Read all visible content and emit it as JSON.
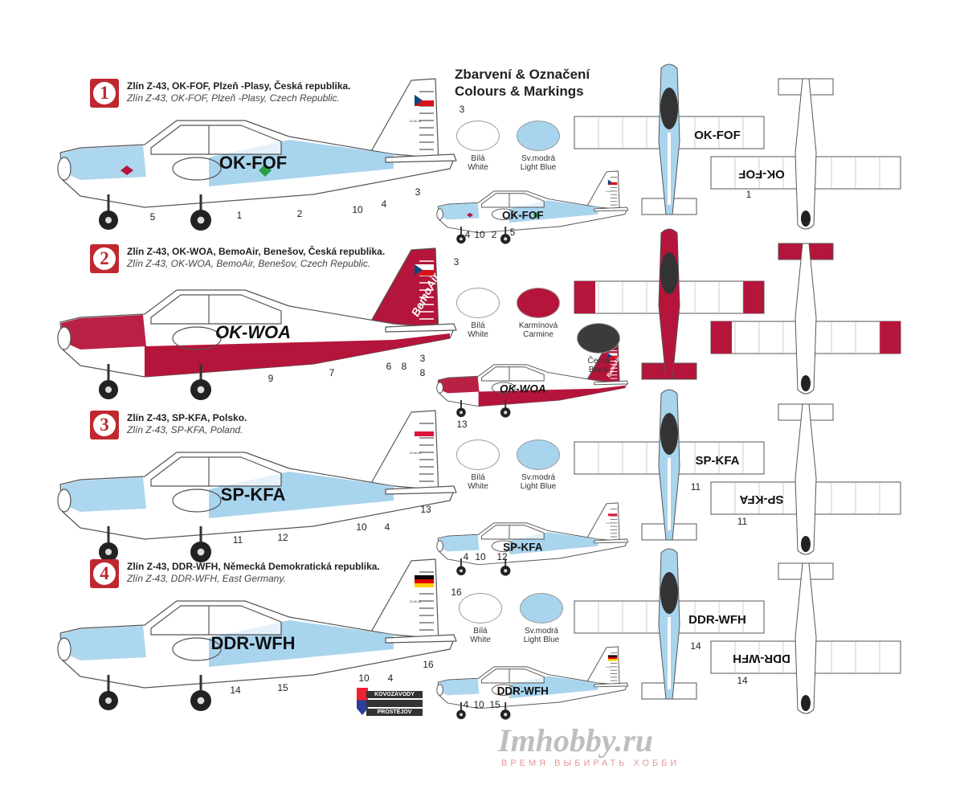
{
  "heading": {
    "cz": "Zbarvení & Označení",
    "en": "Colours & Markings"
  },
  "colors": {
    "white": "#ffffff",
    "light_blue": "#a9d4ee",
    "carmine": "#b5153a",
    "black": "#3b3b3b"
  },
  "schemes": [
    {
      "number": "1",
      "title_cz": "Zlín Z-43, OK-FOF, Plzeň -Plasy, Česká republika.",
      "title_en": "Zlín Z-43, OK-FOF, Plzeň -Plasy, Czech Republic.",
      "registration": "OK-FOF",
      "accent": "#a9d4ee",
      "fin_marking": "ZLIN 43",
      "swatches": [
        {
          "cz": "Bílá",
          "en": "White",
          "color": "#ffffff"
        },
        {
          "cz": "Sv.modrá",
          "en": "Light Blue",
          "color": "#a9d4ee"
        }
      ],
      "callouts_big": [
        "3",
        "5",
        "1",
        "2",
        "10",
        "4"
      ],
      "callouts_small": [
        "3",
        "4",
        "10",
        "2",
        "5"
      ],
      "callouts_top": [
        "1"
      ]
    },
    {
      "number": "2",
      "title_cz": "Zlín Z-43, OK-WOA, BemoAir, Benešov, Česká republika.",
      "title_en": "Zlín Z-43, OK-WOA, BemoAir, Benešov, Czech Republic.",
      "registration": "OK-WOA",
      "accent": "#b5153a",
      "fin_marking": "BemoAir",
      "swatches": [
        {
          "cz": "Bílá",
          "en": "White",
          "color": "#ffffff"
        },
        {
          "cz": "Karmínová",
          "en": "Carmine",
          "color": "#b5153a"
        },
        {
          "cz": "Černá",
          "en": "Black",
          "color": "#3b3b3b"
        }
      ],
      "callouts_big": [
        "3",
        "9",
        "7",
        "6",
        "8"
      ],
      "callouts_small": [
        "3",
        "8"
      ],
      "callouts_top": []
    },
    {
      "number": "3",
      "title_cz": "Zlín Z-43, SP-KFA, Polsko.",
      "title_en": "Zlín Z-43, SP-KFA, Poland.",
      "registration": "SP-KFA",
      "accent": "#a9d4ee",
      "fin_marking": "ZLIN 43",
      "swatches": [
        {
          "cz": "Bílá",
          "en": "White",
          "color": "#ffffff"
        },
        {
          "cz": "Sv.modrá",
          "en": "Light Blue",
          "color": "#a9d4ee"
        }
      ],
      "callouts_big": [
        "13",
        "13",
        "11",
        "12",
        "10",
        "4"
      ],
      "callouts_small": [
        "4",
        "10",
        "12"
      ],
      "callouts_top": [
        "11",
        "11"
      ]
    },
    {
      "number": "4",
      "title_cz": "Zlín Z-43, DDR-WFH, Německá Demokratická republika.",
      "title_en": "Zlín Z-43, DDR-WFH, East Germany.",
      "registration": "DDR-WFH",
      "accent": "#a9d4ee",
      "fin_marking": "ZLIN 43",
      "swatches": [
        {
          "cz": "Bílá",
          "en": "White",
          "color": "#ffffff"
        },
        {
          "cz": "Sv.modrá",
          "en": "Light Blue",
          "color": "#a9d4ee"
        }
      ],
      "callouts_big": [
        "16",
        "14",
        "15",
        "10",
        "4"
      ],
      "callouts_small": [
        "16",
        "4",
        "10",
        "15"
      ],
      "callouts_top": [
        "14",
        "14"
      ]
    }
  ],
  "logo": {
    "line1": "KOVOZÁVODY",
    "line2": "PROSTĚJOV"
  },
  "watermark": {
    "brand": "Imhobby.ru",
    "slogan": "ВРЕМЯ ВЫБИРАТЬ ХОББИ"
  }
}
